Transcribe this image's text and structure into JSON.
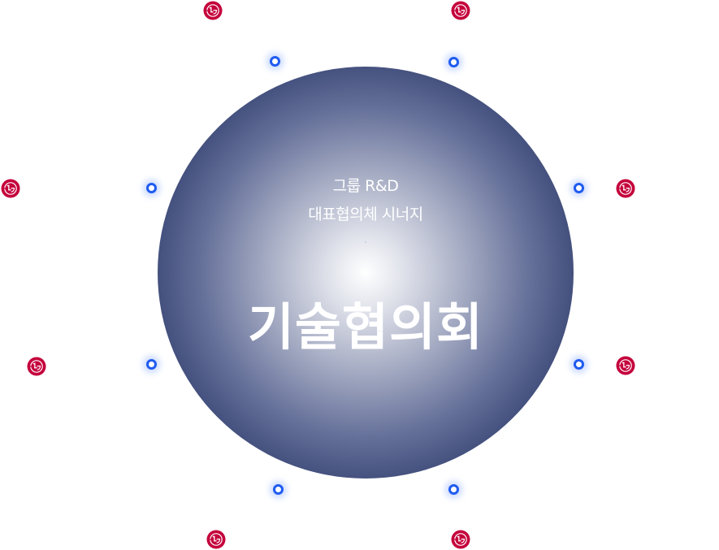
{
  "hub": {
    "subtitle_line1": "그룹 R&D",
    "subtitle_line2": "대표협의체 시너지",
    "title": "기술협의회"
  },
  "colors": {
    "hub_edge": "#222e5a",
    "hub_center": "#ffffff",
    "node_ring": "#1f5bf0",
    "lg_red": "#c4003b"
  },
  "icons": {
    "node": "connection-node-icon",
    "logo": "lg-logo-icon"
  }
}
